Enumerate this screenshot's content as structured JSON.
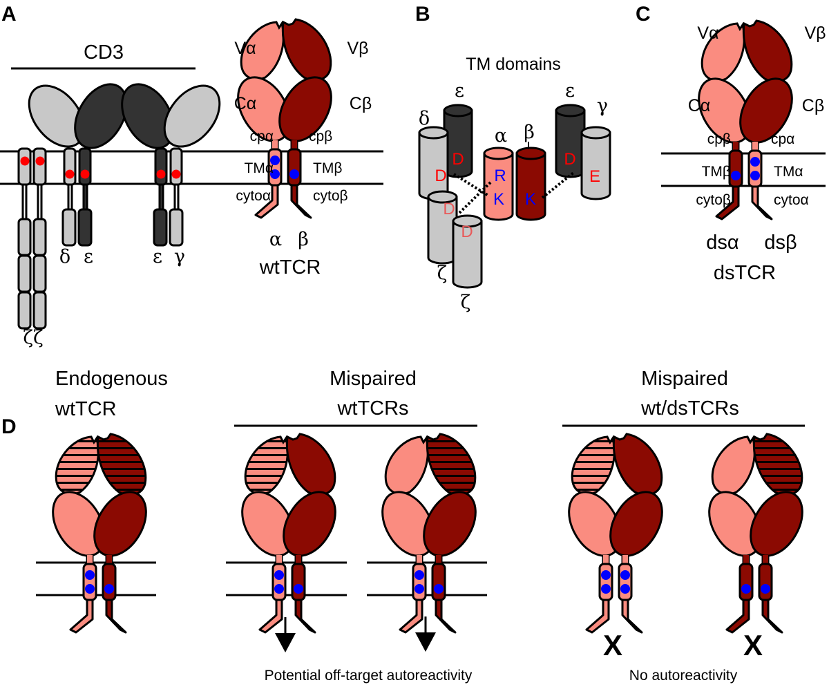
{
  "colors": {
    "alpha": "#FA8C80",
    "beta": "#8B0A02",
    "cd3_light": "#C8C8C8",
    "cd3_dark": "#333333",
    "charge_red": "#FF0000",
    "charge_blue": "#0000FF",
    "faded_red": "#E85A5A",
    "outline": "#000000"
  },
  "panels": {
    "A": {
      "letter": "A",
      "cd3_title": "CD3",
      "chains": {
        "zeta": "ζζ",
        "delta": "δ",
        "epsilon1": "ε",
        "epsilon2": "ε",
        "gamma": "γ"
      },
      "tcr_labels": {
        "v_alpha": "Vα",
        "v_beta": "Vβ",
        "c_alpha": "Cα",
        "c_beta": "Cβ",
        "cp_alpha": "cpα",
        "cp_beta": "cpβ",
        "tm_alpha": "TMα",
        "tm_beta": "TMβ",
        "cyto_alpha": "cytoα",
        "cyto_beta": "cytoβ"
      },
      "chain_alpha": "α",
      "chain_beta": "β",
      "caption": "wtTCR"
    },
    "B": {
      "letter": "B",
      "title": "TM domains",
      "helices": [
        {
          "name": "δ",
          "color": "cd3_light",
          "residue": "D"
        },
        {
          "name": "ε",
          "color": "cd3_dark",
          "residue": "D"
        },
        {
          "name": "α",
          "color": "alpha",
          "residues": [
            "R",
            "K"
          ]
        },
        {
          "name": "β",
          "color": "beta",
          "residue": "K"
        },
        {
          "name": "ε",
          "color": "cd3_dark",
          "residue": "D"
        },
        {
          "name": "γ",
          "color": "cd3_light",
          "residue": "E"
        },
        {
          "name": "ζ",
          "color": "cd3_light",
          "residue": "D"
        },
        {
          "name": "ζ",
          "color": "cd3_light",
          "residue": "D"
        }
      ]
    },
    "C": {
      "letter": "C",
      "tcr_labels": {
        "v_alpha": "Vα",
        "v_beta": "Vβ",
        "c_alpha": "Cα",
        "c_beta": "Cβ",
        "cp_left": "cpβ",
        "cp_right": "cpα",
        "tm_left": "TMβ",
        "tm_right": "TMα",
        "cyto_left": "cytoβ",
        "cyto_right": "cytoα"
      },
      "chain_left": "dsα",
      "chain_right": "dsβ",
      "caption": "dsTCR"
    },
    "D": {
      "letter": "D",
      "groups": [
        {
          "title_line1": "Endogenous",
          "title_line2": "wtTCR"
        },
        {
          "title_line1": "Mispaired",
          "title_line2": "wtTCRs",
          "outcome": "Potential off-target autoreactivity",
          "marker": "arrow"
        },
        {
          "title_line1": "Mispaired",
          "title_line2": "wt/dsTCRs",
          "outcome": "No autoreactivity",
          "marker": "X"
        }
      ],
      "x_mark": "X"
    }
  }
}
